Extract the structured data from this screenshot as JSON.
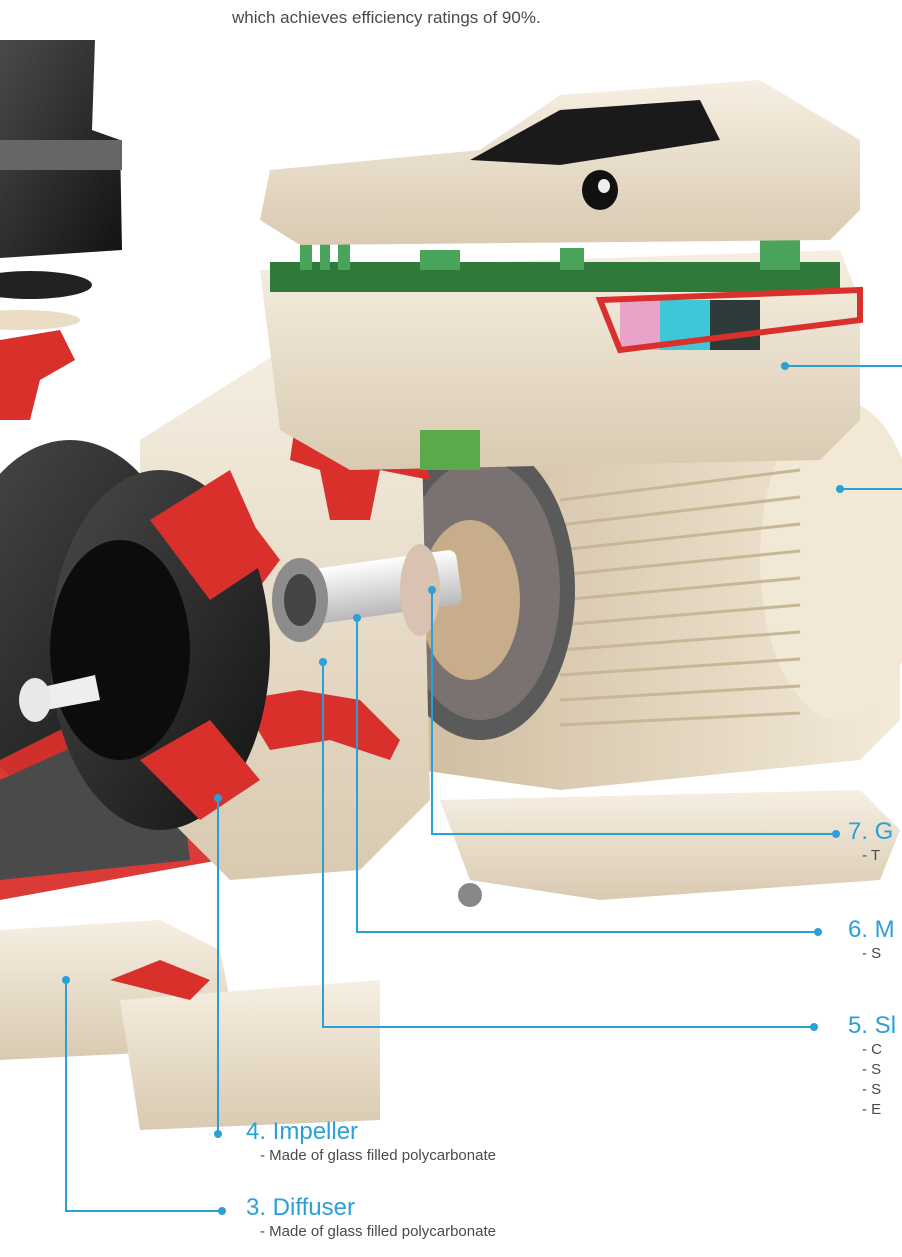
{
  "intro_text": "which achieves efficiency ratings of 90%.",
  "colors": {
    "accent": "#2a9fd8",
    "body_text": "#4a4a4a",
    "cutaway_red": "#d9302c",
    "housing_beige": "#efe4d2",
    "impeller_black": "#1b1b1b"
  },
  "callouts": {
    "c7": {
      "title": "7. G",
      "notes": [
        "- T"
      ]
    },
    "c6": {
      "title": "6. M",
      "notes": [
        "- S"
      ]
    },
    "c5": {
      "title": "5. Sl",
      "notes": [
        "- C",
        "- S",
        "- S",
        "- E"
      ]
    },
    "c4": {
      "title": "4. Impeller",
      "notes": [
        "- Made of glass filled polycarbonate"
      ]
    },
    "c3": {
      "title": "3. Diffuser",
      "notes": [
        "- Made of glass filled polycarbonate"
      ]
    }
  }
}
